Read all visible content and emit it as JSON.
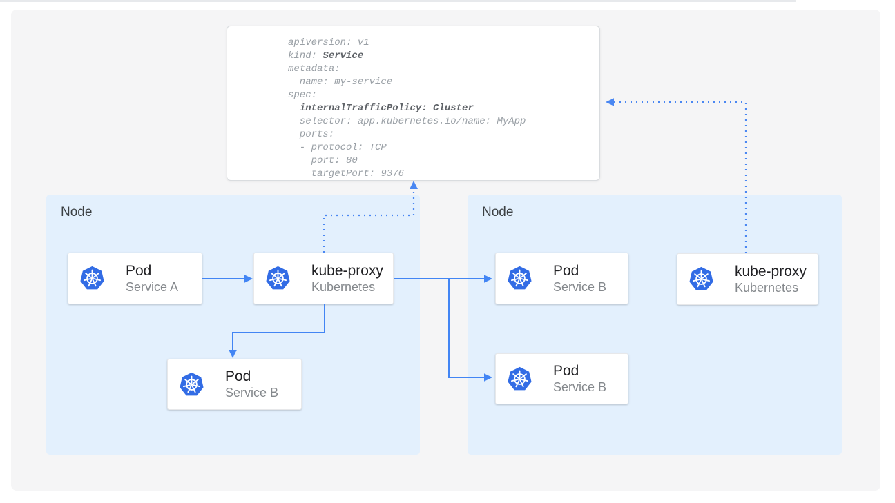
{
  "code_panel": {
    "l1": "apiVersion: v1",
    "l2a": "kind: ",
    "l2b": "Service",
    "l3": "metadata:",
    "l4": "  name: my-service",
    "l5": "spec:",
    "l6a": "  ",
    "l6b": "internalTrafficPolicy: Cluster",
    "l7": "  selector: app.kubernetes.io/name: MyApp",
    "l8": "  ports:",
    "l9": "  - protocol: TCP",
    "l10": "    port: 80",
    "l11": "    targetPort: 9376"
  },
  "nodes": {
    "left": {
      "label": "Node"
    },
    "right": {
      "label": "Node"
    }
  },
  "cards": {
    "pod_a": {
      "title": "Pod",
      "subtitle": "Service A",
      "icon": "kubernetes-icon"
    },
    "kube_proxy_left": {
      "title": "kube-proxy",
      "subtitle": "Kubernetes",
      "icon": "kubernetes-icon"
    },
    "pod_b_left": {
      "title": "Pod",
      "subtitle": "Service B",
      "icon": "kubernetes-icon"
    },
    "pod_b_right_top": {
      "title": "Pod",
      "subtitle": "Service B",
      "icon": "kubernetes-icon"
    },
    "pod_b_right_bottom": {
      "title": "Pod",
      "subtitle": "Service B",
      "icon": "kubernetes-icon"
    },
    "kube_proxy_right": {
      "title": "kube-proxy",
      "subtitle": "Kubernetes",
      "icon": "kubernetes-icon"
    }
  },
  "colors": {
    "arrow_blue": "#4285f4",
    "dotted_blue": "#4a87f2",
    "kubernetes_blue": "#326ce5",
    "node_bg": "#e3f0fd",
    "canvas_bg": "#f5f5f6",
    "code_text": "#9aa0a6",
    "code_bold_text": "#5f6368",
    "title_text": "#212124",
    "subtitle_text": "#84888c",
    "node_label_text": "#3c4043"
  }
}
